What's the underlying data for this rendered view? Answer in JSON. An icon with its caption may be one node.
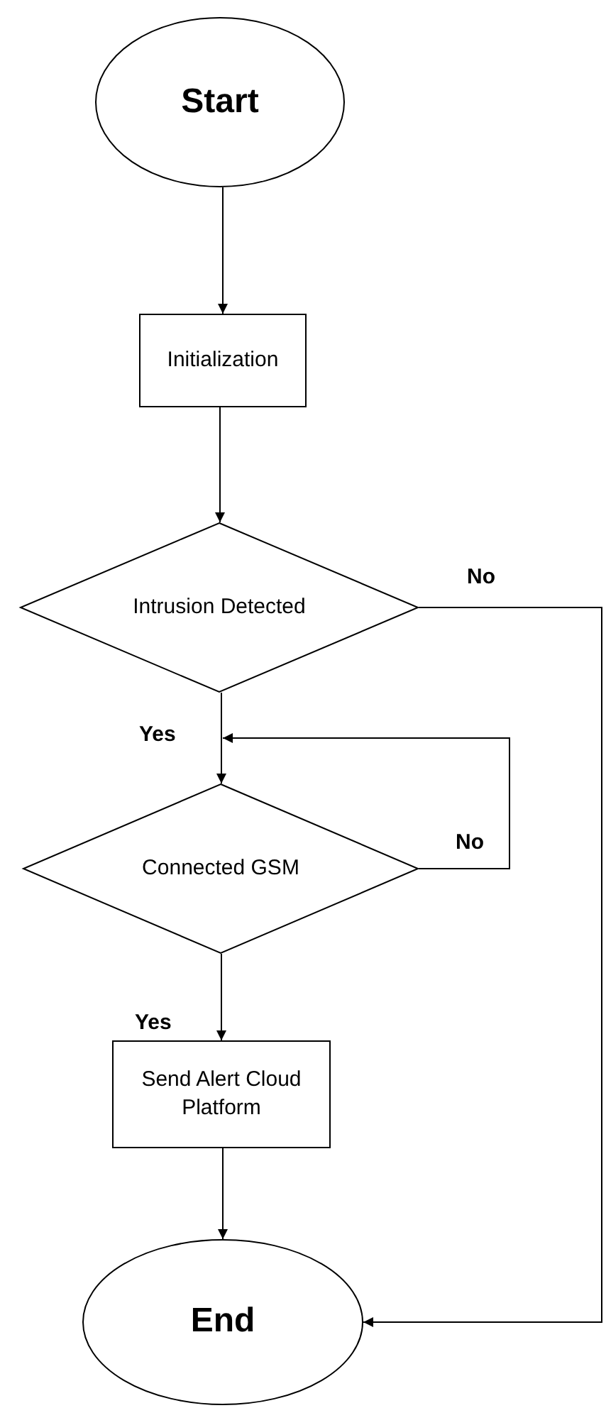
{
  "diagram": {
    "nodes": [
      {
        "text": [
          "Start"
        ]
      },
      {
        "text": [
          "Initialization"
        ]
      },
      {
        "text": [
          "Intrusion Detected"
        ]
      },
      {
        "text": [
          "Connected GSM"
        ]
      },
      {
        "text": [
          "Send Alert Cloud Platform"
        ]
      },
      {
        "text": [
          "End"
        ]
      }
    ],
    "edges": [
      {
        "from": 0,
        "to": 1,
        "arrow": "to"
      },
      {
        "from": 1,
        "to": 2,
        "arrow": "to"
      },
      {
        "from": 2,
        "to": 3,
        "arrow": "to",
        "label": "Yes"
      },
      {
        "from": 3,
        "to": 3,
        "arrow": "to",
        "label": "No"
      },
      {
        "from": 3,
        "to": 4,
        "arrow": "to",
        "label": "Yes"
      },
      {
        "from": 4,
        "to": 5,
        "arrow": "to"
      },
      {
        "from": 2,
        "to": 5,
        "arrow": "to",
        "label": "No"
      }
    ]
  }
}
